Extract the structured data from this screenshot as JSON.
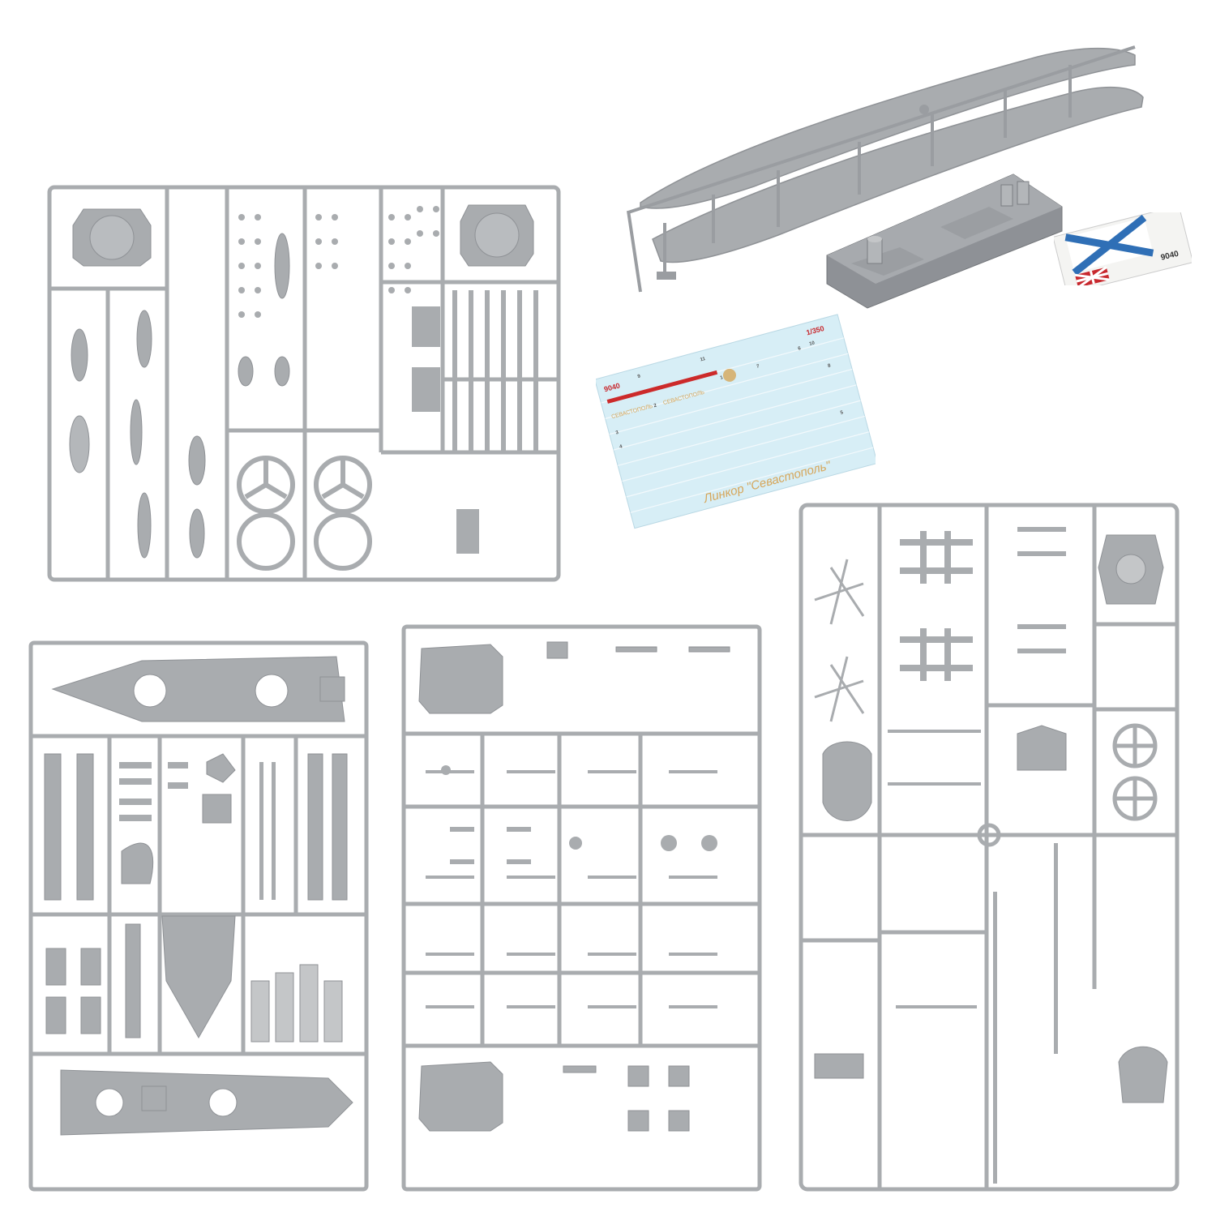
{
  "colors": {
    "background": "#ffffff",
    "plastic": "#a9acaf",
    "plastic_dark": "#8f9296",
    "plastic_light": "#c4c6c8",
    "decal_bg": "#d7eef6",
    "decal_red": "#cc2a2a",
    "decal_gold": "#d6a65a",
    "flag_blue": "#2f6fb6",
    "flag_red": "#c8282e"
  },
  "decal_sheet": {
    "scale_label": "1/350",
    "kit_number": "9040",
    "ship_name": "Линкор \"Севастополь\"",
    "small_names": [
      "СЕВАСТОПОЛЬ",
      "СЕВАСТОПОЛЬ"
    ],
    "decal_numbers": [
      "9",
      "11",
      "1",
      "2",
      "3",
      "4",
      "5",
      "6",
      "7",
      "8",
      "10"
    ]
  },
  "flag_card": {
    "kit_number": "9040"
  },
  "icons": [
    "andreevsky-flag-icon",
    "union-jack-icon",
    "eagle-crest-icon"
  ]
}
